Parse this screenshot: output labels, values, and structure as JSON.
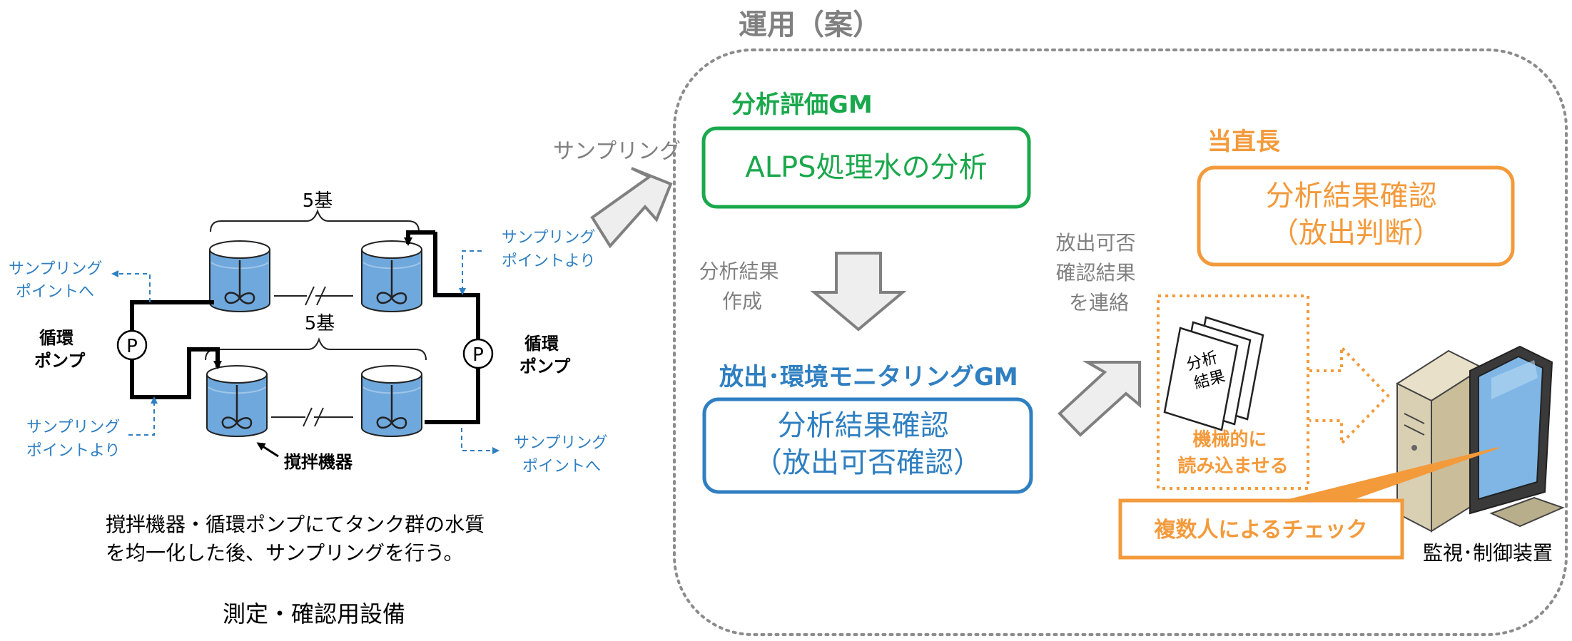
{
  "left": {
    "top_count": "5基",
    "bottom_count": "5基",
    "pump_label": "P",
    "circ_pump_left": [
      "循環",
      "ポンプ"
    ],
    "circ_pump_right": [
      "循環",
      "ポンプ"
    ],
    "sampling_to_top_left": [
      "サンプリング",
      "ポイントへ"
    ],
    "sampling_from_top_right": [
      "サンプリング",
      "ポイントより"
    ],
    "sampling_from_bottom_left": [
      "サンプリング",
      "ポイントより"
    ],
    "sampling_to_bottom_right": [
      "サンプリング",
      "ポイントへ"
    ],
    "mixer_label": "撹拌機器",
    "description": [
      "撹拌機器・循環ポンプにてタンク群の水質",
      "を均一化した後、サンプリングを行う。"
    ],
    "caption": "測定・確認用設備"
  },
  "middle": {
    "sampling_arrow_label": "サンプリング"
  },
  "operation": {
    "title": "運用（案）",
    "analysis_gm_label": "分析評価GM",
    "analysis_box": "ALPS処理水の分析",
    "create_result_label": [
      "分析結果",
      "作成"
    ],
    "monitoring_gm_label": "放出･環境モニタリングGM",
    "monitoring_box": [
      "分析結果確認",
      "（放出可否確認）"
    ],
    "notify_label": [
      "放出可否",
      "確認結果",
      "を連絡"
    ],
    "shift_supervisor_label": "当直長",
    "supervisor_box": [
      "分析結果確認",
      "（放出判断）"
    ],
    "doc_label": [
      "分析",
      "結果"
    ],
    "machine_read_label": [
      "機械的に",
      "読み込ませる"
    ],
    "multi_check_label": "複数人によるチェック",
    "control_device_label": "監視･制御装置"
  },
  "colors": {
    "green": "#1aa84c",
    "blue": "#2f7fc1",
    "orange": "#f39a3b",
    "tank_water": "#6fa8dc",
    "sampling_blue": "#2f7fc1",
    "gray_text": "#808080",
    "arrow_fill": "#eeeeee",
    "arrow_stroke": "#808080"
  },
  "icons": [
    "pump-icon",
    "tank-icon",
    "mixer-icon",
    "document-icon",
    "computer-icon",
    "block-arrow-icon"
  ]
}
